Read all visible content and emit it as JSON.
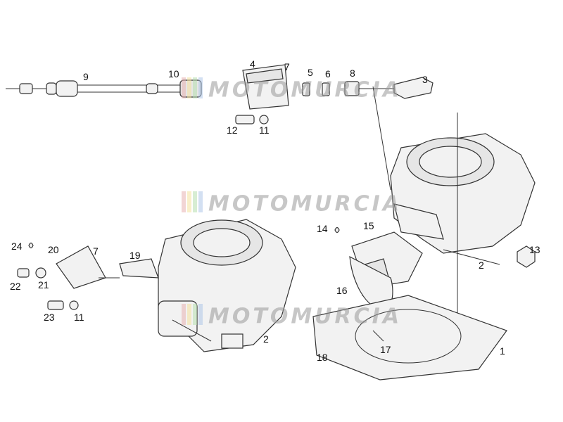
{
  "watermark": {
    "text": "MOTOMURCIA",
    "colors": [
      "#e8b4b4",
      "#f5e2a0",
      "#b8e0b0",
      "#b0c8e8"
    ]
  },
  "callouts": [
    "1",
    "2",
    "2",
    "3",
    "4",
    "5",
    "6",
    "7",
    "7",
    "8",
    "9",
    "10",
    "11",
    "11",
    "12",
    "13",
    "14",
    "15",
    "16",
    "17",
    "18",
    "19",
    "20",
    "21",
    "22",
    "23",
    "24"
  ]
}
